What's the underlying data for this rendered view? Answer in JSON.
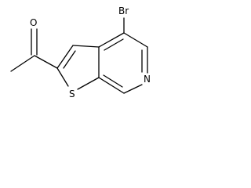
{
  "molecule": {
    "atoms": {
      "bromine": "Br",
      "oxygen": "O",
      "sulfur": "S",
      "nitrogen": "N"
    }
  },
  "colors": {
    "bond": "#000000",
    "background": "#ffffff"
  }
}
